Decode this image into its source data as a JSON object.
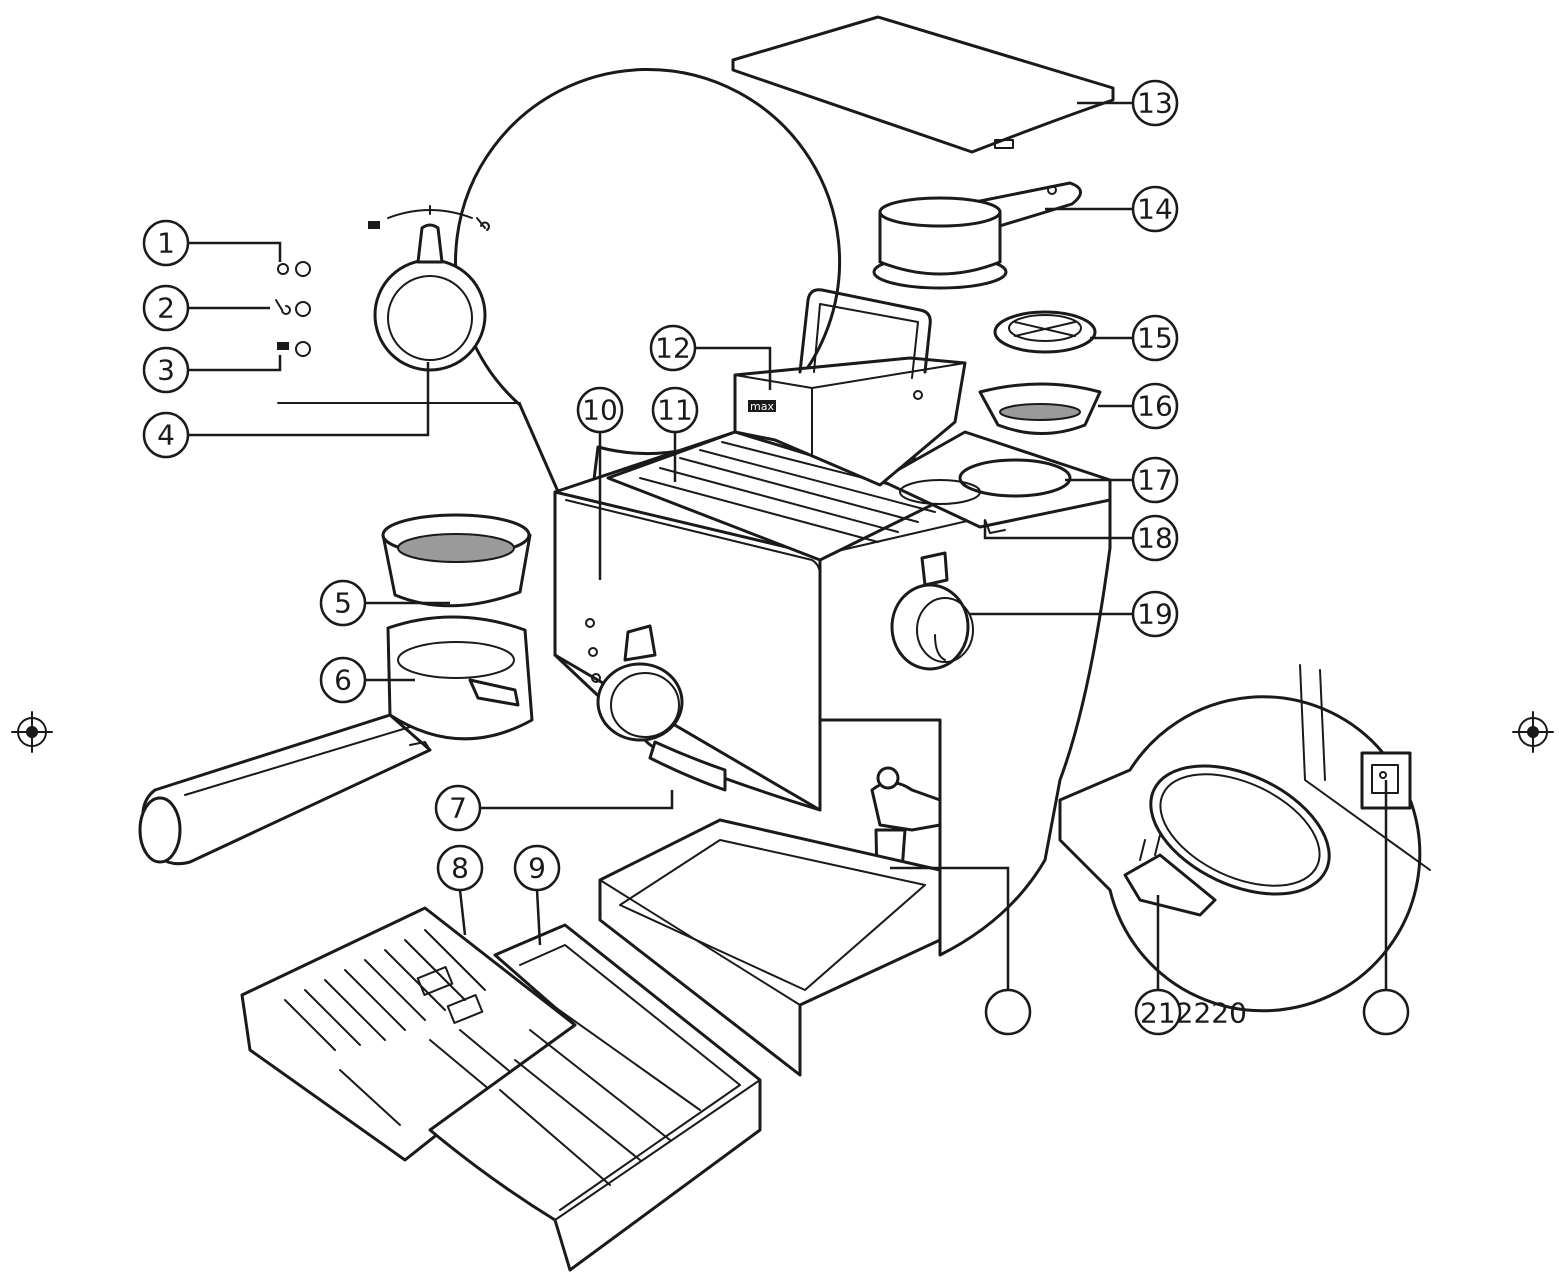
{
  "diagram": {
    "callouts": [
      {
        "id": "c1",
        "label": "1"
      },
      {
        "id": "c2",
        "label": "2"
      },
      {
        "id": "c3",
        "label": "3"
      },
      {
        "id": "c4",
        "label": "4"
      },
      {
        "id": "c5",
        "label": "5"
      },
      {
        "id": "c6",
        "label": "6"
      },
      {
        "id": "c7",
        "label": "7"
      },
      {
        "id": "c8",
        "label": "8"
      },
      {
        "id": "c9",
        "label": "9"
      },
      {
        "id": "c10",
        "label": "10"
      },
      {
        "id": "c11",
        "label": "11"
      },
      {
        "id": "c12",
        "label": "12"
      },
      {
        "id": "c13",
        "label": "13"
      },
      {
        "id": "c14",
        "label": "14"
      },
      {
        "id": "c15",
        "label": "15"
      },
      {
        "id": "c16",
        "label": "16"
      },
      {
        "id": "c17",
        "label": "17"
      },
      {
        "id": "c18",
        "label": "18"
      },
      {
        "id": "c19",
        "label": "19"
      },
      {
        "id": "c20",
        "label": ""
      },
      {
        "id": "c21",
        "label": ""
      }
    ],
    "bottom_label": "212220",
    "water_tank_mark": "max"
  }
}
